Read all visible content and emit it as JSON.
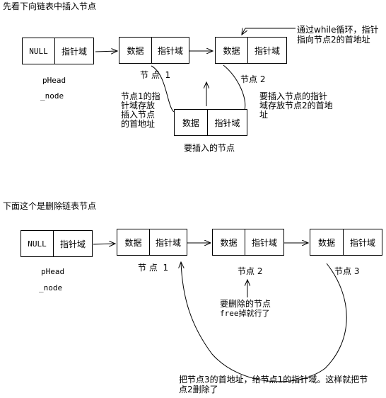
{
  "section1": {
    "title": "先看下向链表中插入节点",
    "null_label": "NULL",
    "pointer_field": "指针域",
    "data_field": "数据",
    "phead": "pHead",
    "node": "_node",
    "node1_caption": "节 点  1",
    "node2_caption": "节点 2",
    "new_node_caption": "要插入的节点",
    "note_while_line1": "通过while循环，指针",
    "note_while_line2": "指向节点2的首地址",
    "note_left_line1": "节点1的指",
    "note_left_line2": "针域存放",
    "note_left_line3": "插入节点",
    "note_left_line4": "的首地址",
    "note_right_line1": "要插入节点的指针",
    "note_right_line2": "域存放节点2的首地",
    "note_right_line3": "址"
  },
  "section2": {
    "title": "下面这个是删除链表节点",
    "null_label": "NULL",
    "pointer_field": "指针域",
    "data_field": "数据",
    "phead": "pHead",
    "node": "_node",
    "node1_caption": "节 点  1",
    "node2_caption": "节点 2",
    "node3_caption": "节点 3",
    "delete_note_line1": "要删除的节点",
    "delete_note_line2": "free掉就行了",
    "bottom_note_line1": "把节点3的首地址，给节点1的指针域。这样就把节",
    "bottom_note_line2": "点2删除了"
  }
}
